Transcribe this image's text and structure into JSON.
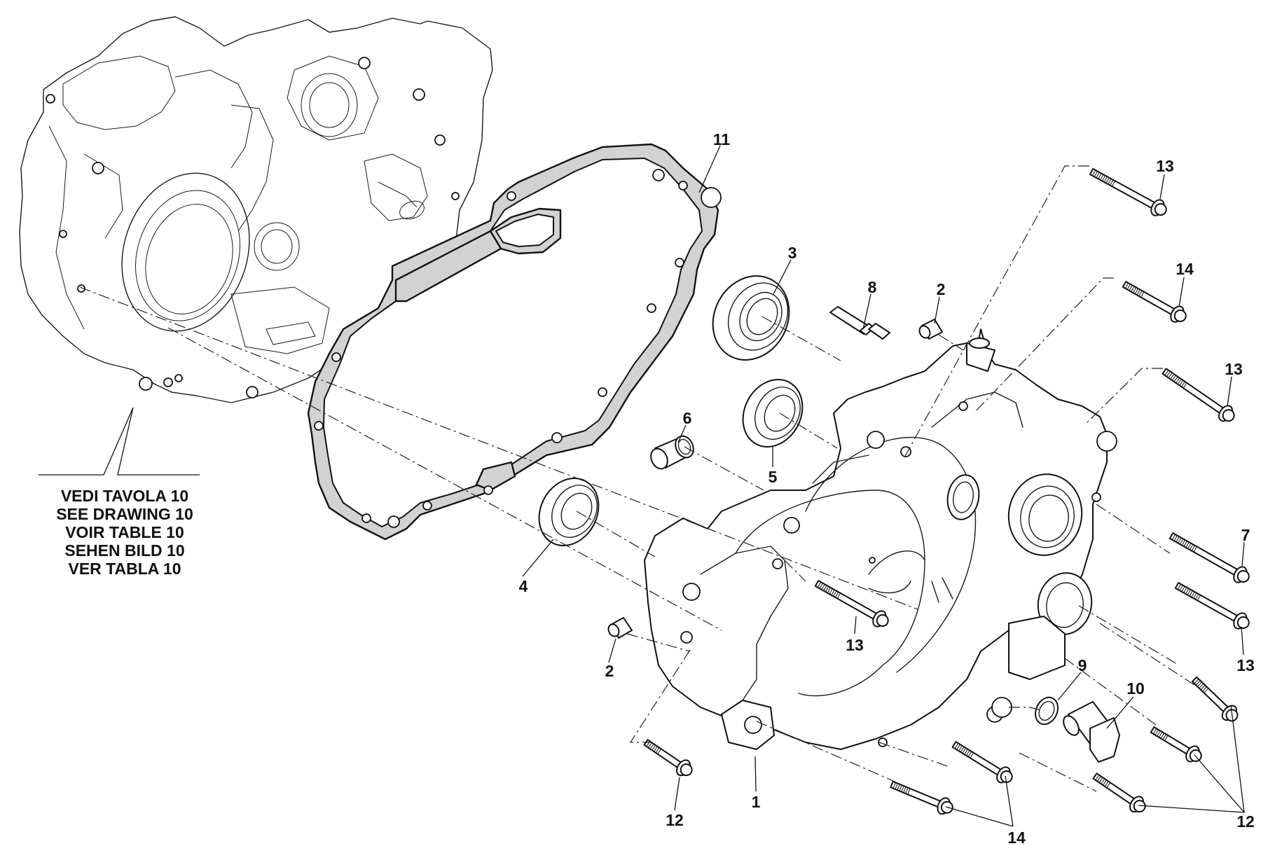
{
  "diagram": {
    "type": "exploded-parts-view",
    "subject": "Engine crankcase halves with gasket, bearings and fasteners",
    "colors": {
      "line": "#111111",
      "gasket_fill": "#d2d2d2",
      "background": "#ffffff"
    }
  },
  "reference_note": {
    "lines": [
      "VEDI TAVOLA 10",
      "SEE DRAWING 10",
      "VOIR TABLE 10",
      "SEHEN BILD 10",
      "VER TABLA 10"
    ]
  },
  "callouts": [
    {
      "id": "c11",
      "label": "11",
      "part": "gasket"
    },
    {
      "id": "c13a",
      "label": "13",
      "part": "bolt"
    },
    {
      "id": "c14a",
      "label": "14",
      "part": "bolt"
    },
    {
      "id": "c3",
      "label": "3",
      "part": "ball-bearing"
    },
    {
      "id": "c8",
      "label": "8",
      "part": "stud"
    },
    {
      "id": "c2a",
      "label": "2",
      "part": "dowel-pin"
    },
    {
      "id": "c13b",
      "label": "13",
      "part": "bolt"
    },
    {
      "id": "c6",
      "label": "6",
      "part": "needle-bearing"
    },
    {
      "id": "c5",
      "label": "5",
      "part": "ball-bearing"
    },
    {
      "id": "c7",
      "label": "7",
      "part": "bolt"
    },
    {
      "id": "c4",
      "label": "4",
      "part": "ball-bearing"
    },
    {
      "id": "c13c",
      "label": "13",
      "part": "bolt"
    },
    {
      "id": "c2b",
      "label": "2",
      "part": "dowel-pin"
    },
    {
      "id": "c13d",
      "label": "13",
      "part": "bolt"
    },
    {
      "id": "c9",
      "label": "9",
      "part": "sealing-washer"
    },
    {
      "id": "c10",
      "label": "10",
      "part": "drain-plug"
    },
    {
      "id": "c1",
      "label": "1",
      "part": "crankcase-half"
    },
    {
      "id": "c12a",
      "label": "12",
      "part": "bolt"
    },
    {
      "id": "c14b",
      "label": "14",
      "part": "bolt"
    },
    {
      "id": "c12b",
      "label": "12",
      "part": "bolt"
    }
  ]
}
